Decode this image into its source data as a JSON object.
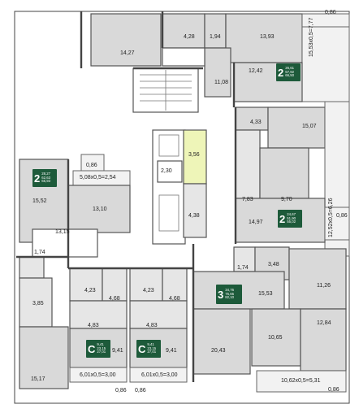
{
  "rooms": {
    "r_14_27": "14,27",
    "r_4_28": "4,28",
    "r_1_94": "1,94",
    "r_13_93": "13,93",
    "r_0_86_top": "0,86",
    "r_11_08": "11,08",
    "r_12_42": "12,42",
    "r_balc_right_top": "15,53х0,5=7,77",
    "r_4_33": "4,33",
    "r_15_07": "15,07",
    "r_7_83": "7,83",
    "r_9_70": "9,70",
    "r_balc_right_mid": "12,52х0,5=6,26",
    "r_14_97": "14,97",
    "r_0_86_right": "0,86",
    "r_3_56": "3,56",
    "r_2_30": "2,30",
    "r_4_38": "4,38",
    "r_0_86_left": "0,86",
    "r_balc_left": "5,08х0,5=2,54",
    "r_15_52": "15,52",
    "r_13_10": "13,10",
    "r_13_15": "13,15",
    "r_1_74_left": "1,74",
    "r_3_85": "3,85",
    "r_15_17": "15,17",
    "r_4_23_a": "4,23",
    "r_4_68_a": "4,68",
    "r_4_83_a": "4,83",
    "r_9_41_a": "9,41",
    "r_balc_c1": "6,01х0,5=3,00",
    "r_0_86_c1": "0,86",
    "r_4_23_b": "4,23",
    "r_4_68_b": "4,68",
    "r_4_83_b": "4,83",
    "r_9_41_b": "9,41",
    "r_balc_c2": "6,01х0,5=3,00",
    "r_0_86_c2": "0,86",
    "r_1_74_mid": "1,74",
    "r_3_48": "3,48",
    "r_15_53": "15,53",
    "r_11_26": "11,26",
    "r_20_43": "20,43",
    "r_10_65": "10,65",
    "r_12_84": "12,84",
    "r_balc_bottom": "10,62х0,5=5,31",
    "r_0_86_bottom": "0,86"
  },
  "badges": {
    "top_right": {
      "rooms": "2",
      "a": "26,61",
      "b": "57,92",
      "c": "66,50"
    },
    "left": {
      "rooms": "2",
      "a": "28,27",
      "b": "62,63",
      "c": "65,93"
    },
    "right_mid": {
      "rooms": "2",
      "a": "24,67",
      "b": "51,90",
      "c": "55,02"
    },
    "three": {
      "rooms": "3",
      "a": "34,76",
      "b": "75,65",
      "c": "82,10"
    },
    "studio1": {
      "rooms": "С",
      "a": "9,41",
      "b": "23,15",
      "c": "27,01"
    },
    "studio2": {
      "rooms": "С",
      "a": "9,41",
      "b": "23,15",
      "c": "27,01"
    }
  },
  "colors": {
    "badge": "#1d5a3a",
    "room_fill": "#d9d9d9",
    "highlight": "#eef5b8"
  }
}
